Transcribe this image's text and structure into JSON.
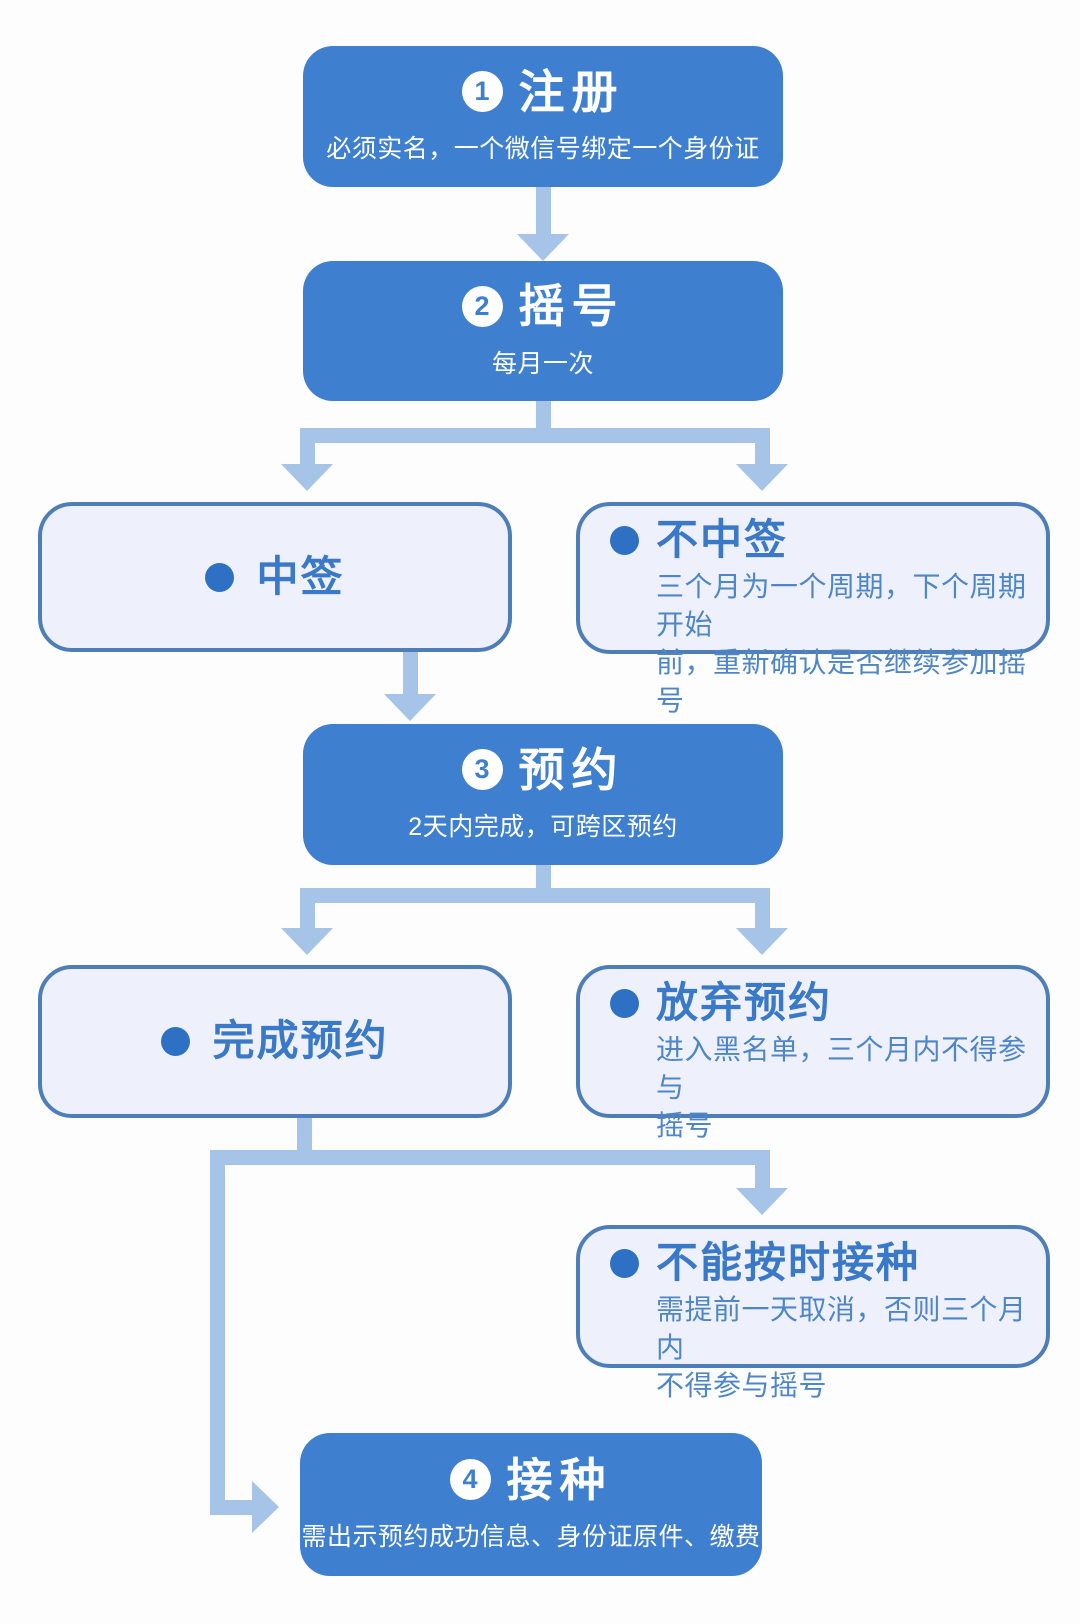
{
  "palette": {
    "page_bg": "#FDFDFD",
    "box_blue": "#3E7FD0",
    "box_light_bg": "#EEF1FB",
    "box_light_border": "#4E7EB8",
    "connector": "#A6C3E8",
    "title_blue": "#3A78C8",
    "body_blue": "#4E86C8",
    "bullet_blue": "#2E71C4"
  },
  "steps": {
    "register": {
      "num": "1",
      "title": "注册",
      "subtitle": "必须实名，一个微信号绑定一个身份证"
    },
    "lottery": {
      "num": "2",
      "title": "摇号",
      "subtitle": "每月一次"
    },
    "reserve": {
      "num": "3",
      "title": "预约",
      "subtitle": "2天内完成，可跨区预约"
    },
    "vaccinate": {
      "num": "4",
      "title": "接种",
      "subtitle": "需出示预约成功信息、身份证原件、缴费"
    }
  },
  "outcomes": {
    "win": {
      "title": "中签"
    },
    "lose": {
      "title": "不中签",
      "body": "三个月为一个周期，下个周期开始\n前，重新确认是否继续参加摇号"
    },
    "complete": {
      "title": "完成预约"
    },
    "abandon": {
      "title": "放弃预约",
      "body": "进入黑名单，三个月内不得参与\n摇号"
    },
    "late": {
      "title": "不能按时接种",
      "body": "需提前一天取消，否则三个月内\n不得参与摇号"
    }
  }
}
